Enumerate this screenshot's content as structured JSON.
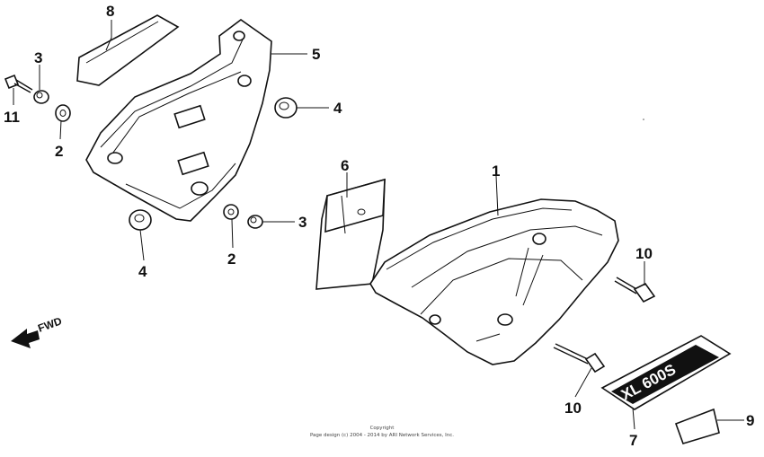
{
  "callouts": {
    "c1": "1",
    "c2a": "2",
    "c2b": "2",
    "c3a": "3",
    "c3b": "3",
    "c4a": "4",
    "c4b": "4",
    "c5": "5",
    "c6": "6",
    "c7": "7",
    "c8": "8",
    "c9": "9",
    "c10a": "10",
    "c10b": "10",
    "c11": "11"
  },
  "direction": {
    "label": "FWD"
  },
  "decal": {
    "text": "XL 600S"
  },
  "copyright": {
    "line1": "Copyright",
    "line2": "Page design (c) 2004 - 2014 by ARI Network Services, Inc."
  }
}
